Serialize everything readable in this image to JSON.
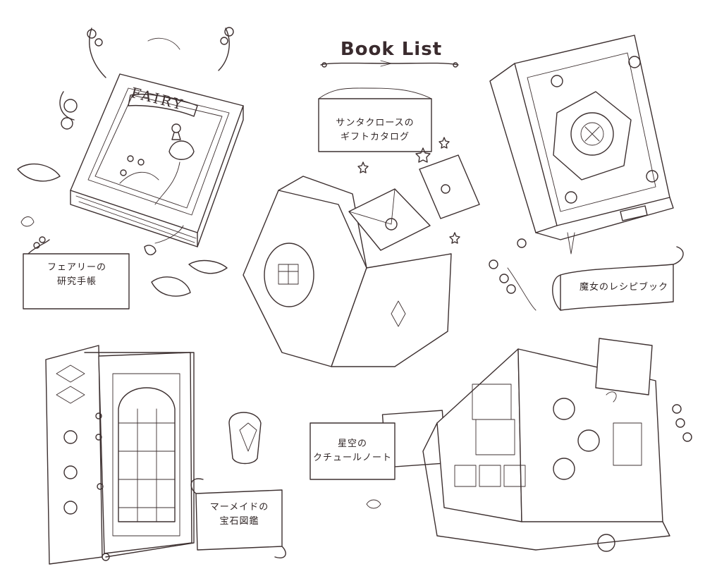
{
  "header": {
    "title": "Book List"
  },
  "books": [
    {
      "id": "fairy",
      "label_lines": [
        "フェアリーの",
        "研究手帳"
      ],
      "cover_text": "FAIRY"
    },
    {
      "id": "santa",
      "label_lines": [
        "サンタクロースの",
        "ギフトカタログ"
      ]
    },
    {
      "id": "witch",
      "label_lines": [
        "魔女のレシピブック"
      ]
    },
    {
      "id": "mermaid",
      "label_lines": [
        "マーメイドの",
        "宝石図鑑"
      ]
    },
    {
      "id": "starry",
      "label_lines": [
        "星空の",
        "クチュールノート"
      ]
    }
  ],
  "style": {
    "ink": "#3d3030",
    "background": "#ffffff",
    "title_color": "#3a2b2e"
  }
}
